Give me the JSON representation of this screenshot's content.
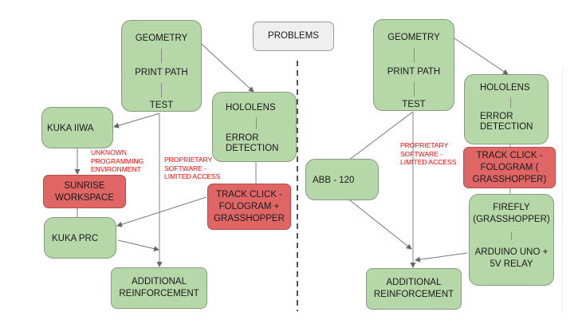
{
  "colors": {
    "node_green": "#b6d7a8",
    "node_red": "#e06666",
    "node_grey": "#efefef",
    "annotation_red": "#ff0000",
    "edge": "#666666"
  },
  "header": {
    "problems_label": "PROBLEMS"
  },
  "left": {
    "geometry": {
      "lines": [
        "GEOMETRY",
        "PRINT PATH",
        "TEST"
      ]
    },
    "kuka_iiwa": {
      "label": "KUKA IIWA"
    },
    "hololens": {
      "lines": [
        "HOLOLENS",
        "ERROR",
        "DETECTION"
      ]
    },
    "sunrise": {
      "lines": [
        "SUNRISE",
        "WORKSPACE"
      ]
    },
    "track_click": {
      "lines": [
        "TRACK CLICK -",
        "FOLOGRAM +",
        "GRASSHOPPER"
      ]
    },
    "kuka_prc": {
      "label": "KUKA PRC"
    },
    "additional": {
      "lines": [
        "ADDITIONAL",
        "REINFORCEMENT"
      ]
    },
    "note_unknown": {
      "lines": [
        "UNKNOWN",
        "PROGRAMMING",
        "ENVIRONMENT"
      ]
    },
    "note_proprietary": {
      "lines": [
        "PROPRIETARY",
        "SOFTWARE -",
        "LIMITED ACCESS"
      ]
    }
  },
  "right": {
    "geometry": {
      "lines": [
        "GEOMETRY",
        "PRINT PATH",
        "TEST"
      ]
    },
    "hololens": {
      "lines": [
        "HOLOLENS",
        "ERROR",
        "DETECTION"
      ]
    },
    "track_click": {
      "lines": [
        "TRACK CLICK -",
        "FOLOGRAM (",
        "GRASSHOPPER)"
      ]
    },
    "abb": {
      "label": "ABB - 120"
    },
    "firefly": {
      "lines": [
        "FIREFLY",
        "(GRASSHOPPER)",
        "ARDUINO UNO +",
        "5V RELAY"
      ]
    },
    "additional": {
      "lines": [
        "ADDITIONAL",
        "REINFORCEMENT"
      ]
    },
    "note_proprietary": {
      "lines": [
        "PROPRIETARY",
        "SOFTWARE -",
        "LIMITED ACCESS"
      ]
    }
  }
}
